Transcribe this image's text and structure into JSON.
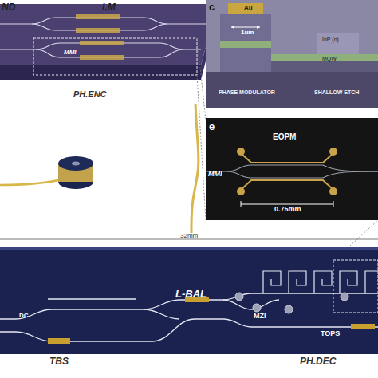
{
  "diagram": {
    "nodes": [
      {
        "text": [
          "ND",
          "I.M",
          "MMI",
          "PH.ENC"
        ]
      },
      {
        "text": [
          "c",
          "Au",
          "1um",
          "InP (n)",
          "MQW",
          "PHASE MODULATOR",
          "SHALLOW ETCH"
        ]
      },
      {
        "text": [
          "e",
          "EOPM",
          "MMI",
          "0.75mm"
        ]
      },
      {
        "text": [
          "32mm",
          "L-BAL",
          "DC",
          "MZI",
          "TOPS",
          "TBS",
          "PH.DEC"
        ]
      }
    ],
    "edges": [
      {
        "from": 0,
        "to": 3,
        "arrow": "none"
      }
    ]
  }
}
